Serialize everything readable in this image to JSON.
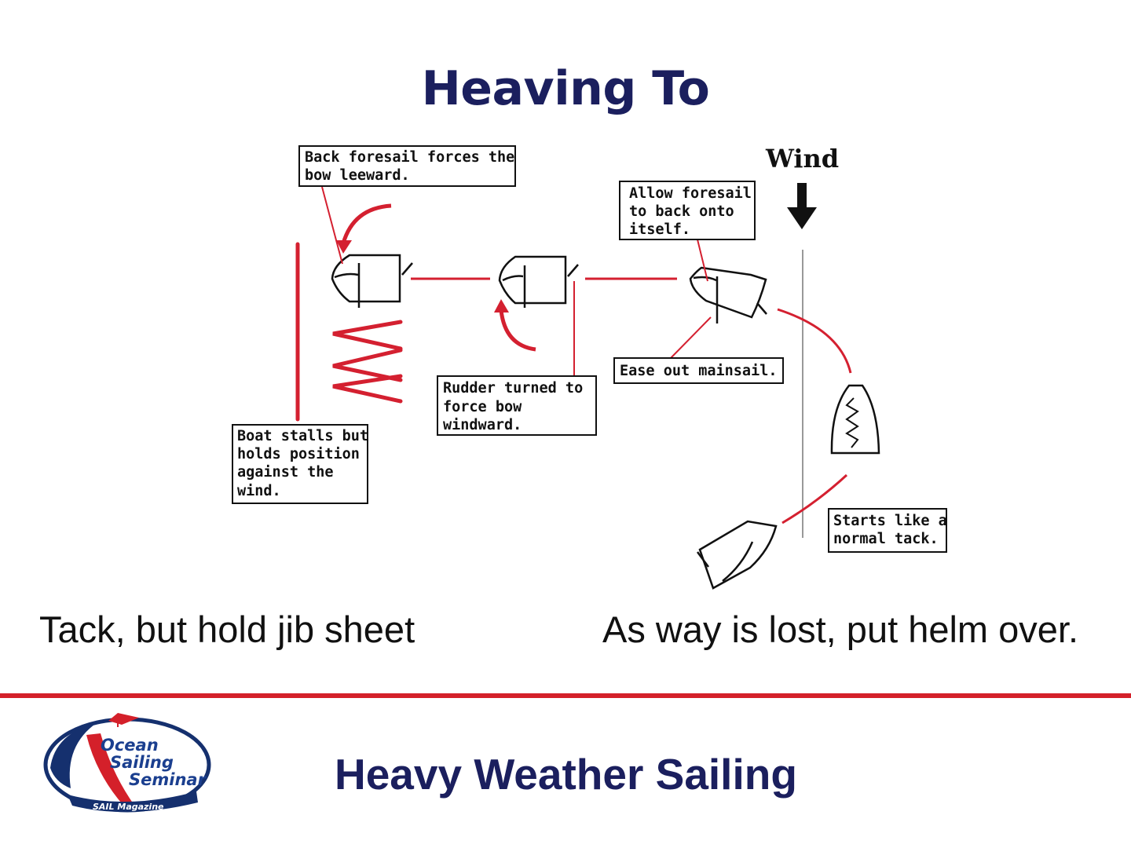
{
  "slide": {
    "title": "Heaving To",
    "footer_title": "Heavy Weather Sailing"
  },
  "diagram": {
    "wind_label": "Wind",
    "callouts": {
      "back_foresail": [
        "Back foresail forces the",
        "bow leeward."
      ],
      "allow_foresail": [
        "Allow foresail",
        "to back onto",
        "itself."
      ],
      "ease_mainsail": [
        "Ease out mainsail."
      ],
      "rudder": [
        "Rudder turned to",
        "force bow",
        "windward."
      ],
      "boat_stalls": [
        "Boat stalls but",
        "holds position",
        "against the",
        "wind."
      ],
      "starts_tack": [
        "Starts like a",
        "normal tack."
      ]
    }
  },
  "captions": {
    "left": "Tack, but hold jib sheet",
    "right": "As way is lost, put helm over."
  },
  "logo": {
    "line1": "Ocean",
    "line2": "Sailing",
    "line3": "Seminar",
    "band": "SAIL Magazine"
  },
  "colors": {
    "title": "#1b1f5e",
    "accent_red": "#d4202a",
    "diagram_red": "#d42030",
    "logo_blue": "#1b3f8f",
    "logo_navy": "#15306e"
  },
  "icons": [
    "wind-arrow-icon",
    "boat-icon",
    "red-curved-arrow-icon"
  ]
}
